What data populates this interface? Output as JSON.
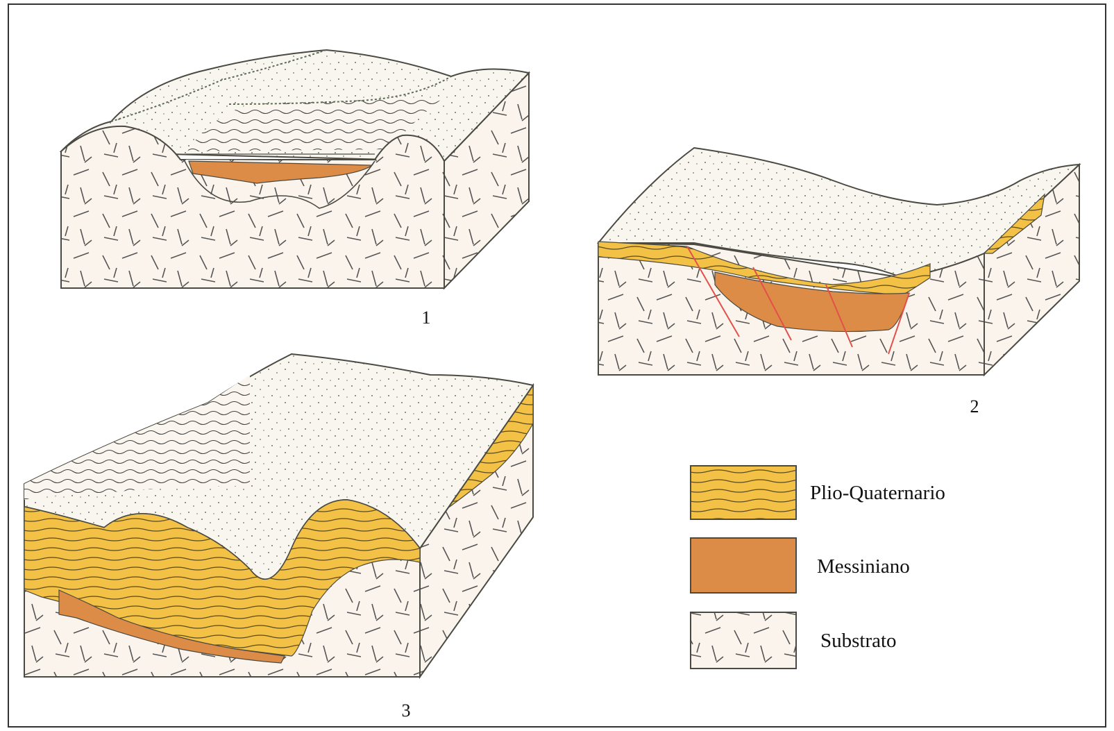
{
  "diagrams": [
    {
      "number": "1"
    },
    {
      "number": "2"
    },
    {
      "number": "3"
    }
  ],
  "legend": [
    {
      "label": "Plio-Quaternario",
      "pattern": "wavy-lines",
      "color": "#f2c145"
    },
    {
      "label": "Messiniano",
      "pattern": "solid",
      "color": "#dc8c46"
    },
    {
      "label": "Substrato",
      "pattern": "dashes",
      "color": "#faf4ec"
    }
  ],
  "colors": {
    "substrate": "#faf4ec",
    "surface": "#f9f6ef",
    "plio_quaternario": "#f2c145",
    "messiniano": "#dc8c46",
    "outline": "#4a4a42",
    "stipple": "#5e6a55",
    "fault": "#e2504a"
  }
}
